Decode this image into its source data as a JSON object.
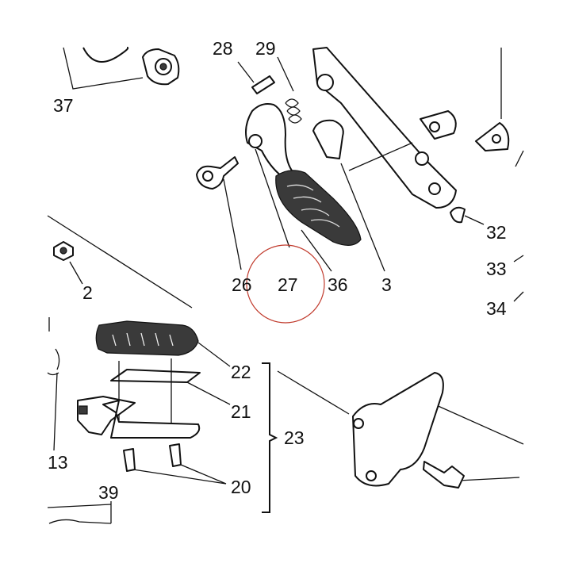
{
  "labels": {
    "l28": "28",
    "l29": "29",
    "l37": "37",
    "l32": "32",
    "l33": "33",
    "l34": "34",
    "l26": "26",
    "l27": "27",
    "l36": "36",
    "l3": "3",
    "l2": "2",
    "l22": "22",
    "l21": "21",
    "l23": "23",
    "l13": "13",
    "l20": "20",
    "l39": "39"
  },
  "colors": {
    "line": "#111111",
    "highlight_circle": "#c0392b",
    "rubber": "#3a3a3a",
    "background": "#ffffff"
  },
  "highlight": {
    "target_label": "27"
  }
}
